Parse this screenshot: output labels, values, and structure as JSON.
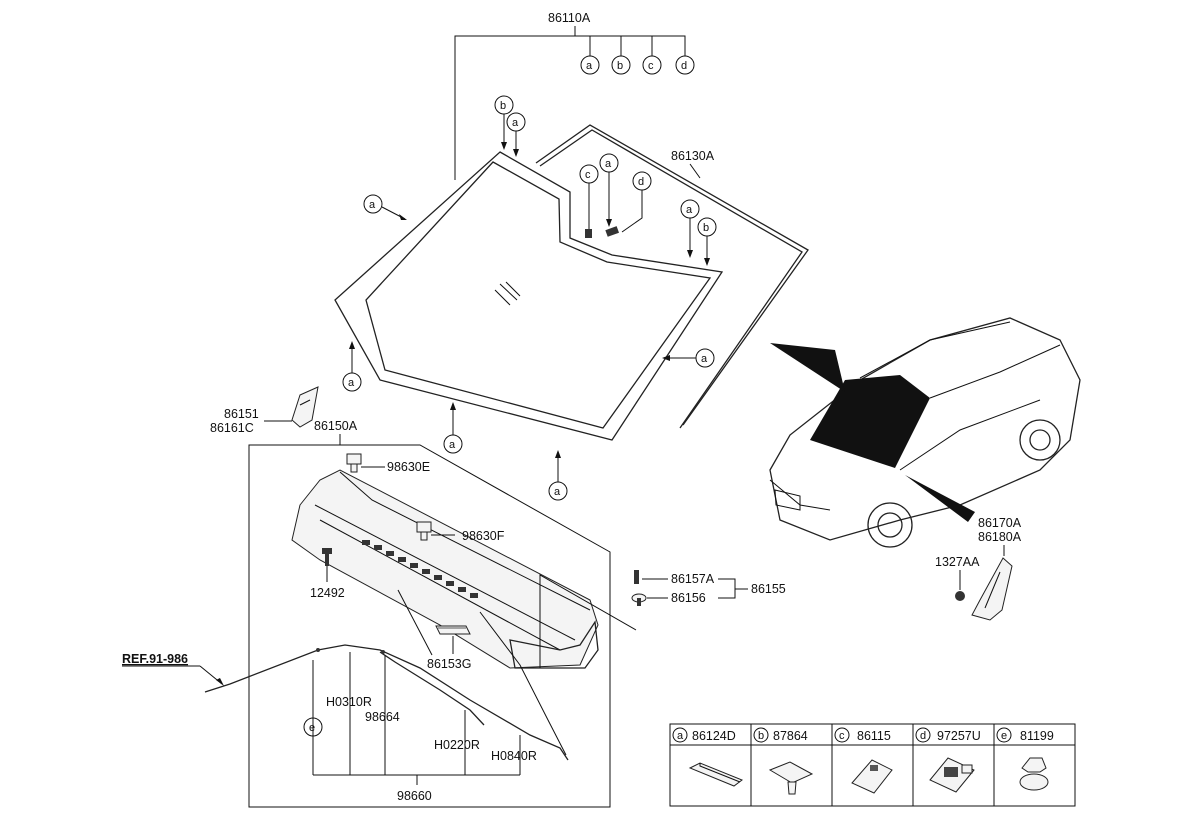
{
  "labels": {
    "l86110A": "86110A",
    "l86130A": "86130A",
    "l86151": "86151",
    "l86161C": "86161C",
    "l86150A": "86150A",
    "l98630E": "98630E",
    "l98630F": "98630F",
    "l12492": "12492",
    "l86153G": "86153G",
    "l86157A": "86157A",
    "l86156": "86156",
    "l86155": "86155",
    "l86170A": "86170A",
    "l86180A": "86180A",
    "l1327AA": "1327AA",
    "lREF": "REF.91-986",
    "lH0310R": "H0310R",
    "l98664": "98664",
    "lH0220R": "H0220R",
    "lH0840R": "H0840R",
    "l98660": "98660"
  },
  "callouts": {
    "a": "a",
    "b": "b",
    "c": "c",
    "d": "d",
    "e": "e"
  },
  "legend": [
    {
      "letter": "a",
      "part": "86124D",
      "icon": "moulding-clip-icon"
    },
    {
      "letter": "b",
      "part": "87864",
      "icon": "clip-icon"
    },
    {
      "letter": "c",
      "part": "86115",
      "icon": "bracket-icon"
    },
    {
      "letter": "d",
      "part": "97257U",
      "icon": "sensor-bracket-icon"
    },
    {
      "letter": "e",
      "part": "81199",
      "icon": "hose-clip-icon"
    }
  ]
}
